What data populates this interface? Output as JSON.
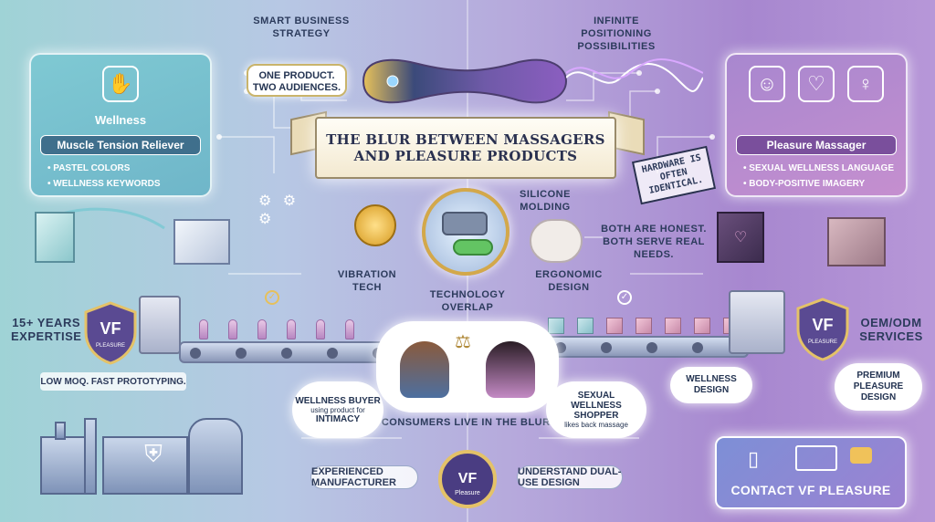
{
  "header": {
    "left_caption": "SMART BUSINESS STRATEGY",
    "right_caption": "INFINITE POSITIONING POSSIBILITIES",
    "product_bubble": "ONE PRODUCT. TWO AUDIENCES."
  },
  "title": {
    "line1": "THE BLUR BETWEEN MASSAGERS",
    "line2": "AND PLEASURE PRODUCTS"
  },
  "left_panel": {
    "label": "Wellness",
    "pill": "Muscle Tension Reliever",
    "bullets": [
      "PASTEL COLORS",
      "WELLNESS KEYWORDS"
    ]
  },
  "right_panel": {
    "pill": "Pleasure Massager",
    "bullets": [
      "SEXUAL WELLNESS LANGUAGE",
      "BODY-POSITIVE IMAGERY"
    ]
  },
  "tech": {
    "silicone": "SILICONE MOLDING",
    "vibration": "VIBRATION TECH",
    "overlap": "TECHNOLOGY OVERLAP",
    "ergonomic": "ERGONOMIC DESIGN",
    "hardware_stamp": "HARDWARE IS OFTEN IDENTICAL.",
    "honest": "BOTH ARE HONEST. BOTH SERVE REAL NEEDS."
  },
  "production": {
    "years": "15+ YEARS EXPERTISE",
    "oem": "OEM/ODM SERVICES",
    "low_moq": "LOW MOQ. FAST PROTOTYPING.",
    "shield_brand": "VF",
    "shield_sub": "PLEASURE"
  },
  "consumers": {
    "wellness_buyer_title": "WELLNESS BUYER",
    "wellness_buyer_sub": "using product for",
    "wellness_buyer_tag": "INTIMACY",
    "sexual_shopper_title": "SEXUAL WELLNESS SHOPPER",
    "sexual_shopper_sub": "likes back massage",
    "center_caption": "CONSUMERS LIVE IN THE BLUR.",
    "wellness_design": "WELLNESS DESIGN",
    "premium_design": "PREMIUM PLEASURE DESIGN"
  },
  "footer": {
    "experienced": "EXPERIENCED MANUFACTURER",
    "understand": "UNDERSTAND DUAL-USE DESIGN",
    "center_brand": "VF",
    "center_sub": "Pleasure",
    "contact": "CONTACT VF PLEASURE"
  },
  "colors": {
    "wellness_teal": "#7fc9d3",
    "pleasure_purple": "#a887cf",
    "navy_text": "#2c3b5c"
  },
  "icons": [
    "muscle-icon",
    "couple-icon",
    "heart-icon",
    "body-icon",
    "gear-icon",
    "motor-icon",
    "battery-icon",
    "scale-icon",
    "phone-icon",
    "laptop-icon",
    "chat-icon",
    "shield-icon"
  ]
}
